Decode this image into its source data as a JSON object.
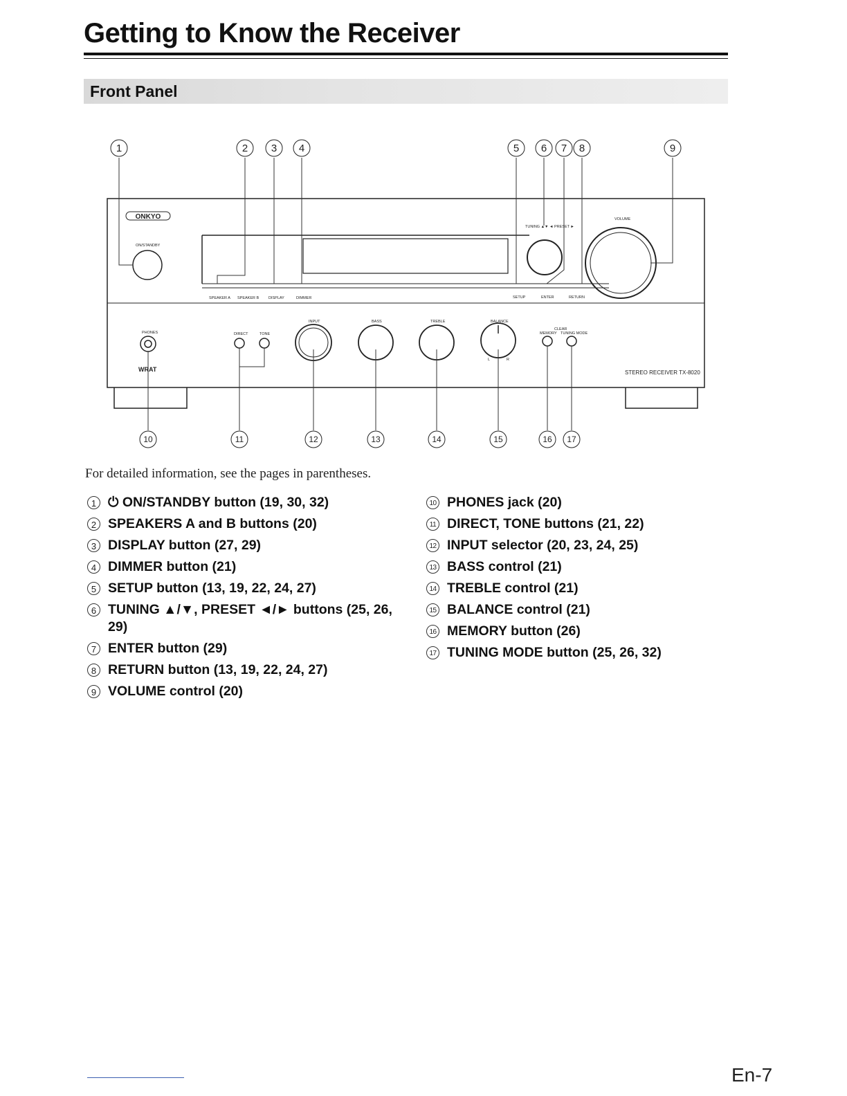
{
  "header": {
    "title": "Getting to Know the Receiver"
  },
  "section": {
    "title": "Front Panel"
  },
  "diagram": {
    "brand": "ONKYO",
    "labels": {
      "on_standby": "ON/STANDBY",
      "speaker_a": "SPEAKER A",
      "speaker_b": "SPEAKER B",
      "display": "DISPLAY",
      "dimmer": "DIMMER",
      "setup": "SETUP",
      "enter": "ENTER",
      "return": "RETURN",
      "tuning_preset": "TUNING ▲▼  ◄ PRESET ►",
      "volume": "VOLUME",
      "phones": "PHONES",
      "direct": "DIRECT",
      "tone": "TONE",
      "input": "INPUT",
      "bass": "BASS",
      "treble": "TREBLE",
      "balance": "BALANCE",
      "bal_l": "L",
      "bal_r": "R",
      "clear": "CLEAR",
      "memory": "MEMORY",
      "tuning_mode": "TUNING MODE",
      "wrat": "WRAT",
      "model": "STEREO RECEIVER  TX-8020"
    },
    "callouts": [
      "1",
      "2",
      "3",
      "4",
      "5",
      "6",
      "7",
      "8",
      "9",
      "10",
      "11",
      "12",
      "13",
      "14",
      "15",
      "16",
      "17"
    ]
  },
  "intro": "For detailed information, see the pages in parentheses.",
  "legend_left": [
    {
      "num": "1",
      "text": "⏻ ON/STANDBY button (19, 30, 32)"
    },
    {
      "num": "2",
      "text": "SPEAKERS A and B buttons (20)"
    },
    {
      "num": "3",
      "text": "DISPLAY button (27, 29)"
    },
    {
      "num": "4",
      "text": "DIMMER button (21)"
    },
    {
      "num": "5",
      "text": "SETUP button (13, 19, 22, 24, 27)"
    },
    {
      "num": "6",
      "text": "TUNING ▲/▼, PRESET ◄/► buttons (25, 26, 29)"
    },
    {
      "num": "7",
      "text": "ENTER button (29)"
    },
    {
      "num": "8",
      "text": "RETURN button (13, 19, 22, 24, 27)"
    },
    {
      "num": "9",
      "text": "VOLUME control (20)"
    }
  ],
  "legend_right": [
    {
      "num": "10",
      "text": "PHONES jack (20)"
    },
    {
      "num": "11",
      "text": "DIRECT, TONE buttons (21, 22)"
    },
    {
      "num": "12",
      "text": "INPUT selector (20, 23, 24, 25)"
    },
    {
      "num": "13",
      "text": "BASS control (21)"
    },
    {
      "num": "14",
      "text": "TREBLE control (21)"
    },
    {
      "num": "15",
      "text": "BALANCE control (21)"
    },
    {
      "num": "16",
      "text": "MEMORY button (26)"
    },
    {
      "num": "17",
      "text": "TUNING MODE button (25, 26, 32)"
    }
  ],
  "page_number": "En-7"
}
